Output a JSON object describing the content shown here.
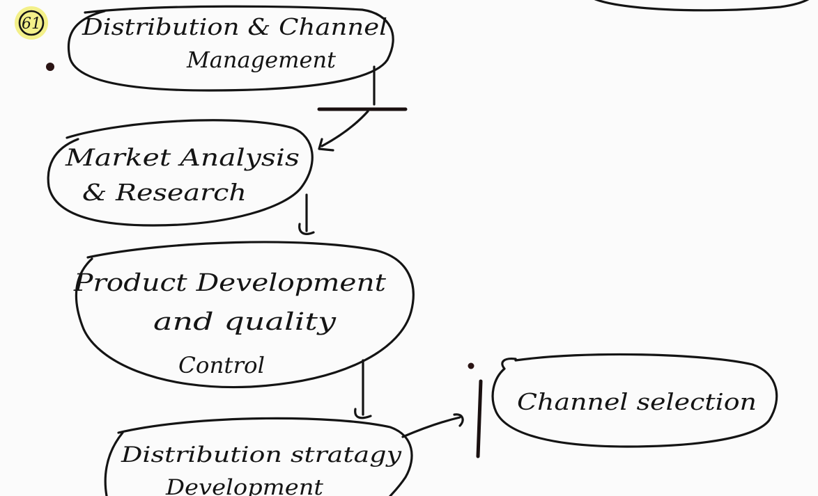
{
  "number_label": "61",
  "highlight_color": "#f3f08a",
  "ink_color": "#141414",
  "nodes": {
    "distribution_channel_management": {
      "line1": "Distribution &  Channel",
      "line2": "Management"
    },
    "market_analysis_research": {
      "line1": "Market  Analysis",
      "line2": "&  Research"
    },
    "product_development_quality": {
      "line1": "Product  Development",
      "line2": "and  quality",
      "line3": "Control"
    },
    "distribution_strategy": {
      "line1": "Distribution  stratagy",
      "line2": "Development"
    },
    "channel_selection": {
      "line1": "Channel  selection"
    }
  }
}
